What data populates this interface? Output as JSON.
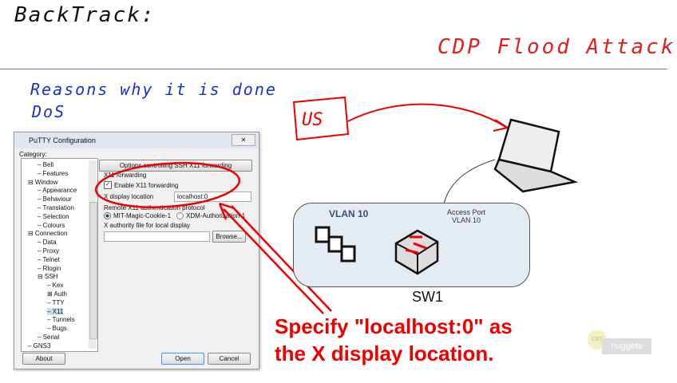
{
  "header": {
    "title": "BackTrack:",
    "subtitle": "CDP Flood Attack"
  },
  "notes": {
    "reasons": "Reasons why it is done",
    "dos": "DoS",
    "us": "US"
  },
  "putty": {
    "title": "PuTTY Configuration",
    "close": "✕",
    "category_label": "Category:",
    "tree": [
      {
        "label": "Bell",
        "level": 2
      },
      {
        "label": "Features",
        "level": 2
      },
      {
        "label": "Window",
        "level": 1,
        "expander": "⊟"
      },
      {
        "label": "Appearance",
        "level": 2
      },
      {
        "label": "Behaviour",
        "level": 2
      },
      {
        "label": "Translation",
        "level": 2
      },
      {
        "label": "Selection",
        "level": 2
      },
      {
        "label": "Colours",
        "level": 2
      },
      {
        "label": "Connection",
        "level": 1,
        "expander": "⊟"
      },
      {
        "label": "Data",
        "level": 2
      },
      {
        "label": "Proxy",
        "level": 2
      },
      {
        "label": "Telnet",
        "level": 2
      },
      {
        "label": "Rlogin",
        "level": 2
      },
      {
        "label": "SSH",
        "level": 2,
        "expander": "⊟"
      },
      {
        "label": "Kex",
        "level": 3
      },
      {
        "label": "Auth",
        "level": 3,
        "expander": "⊞"
      },
      {
        "label": "TTY",
        "level": 3
      },
      {
        "label": "X11",
        "level": 3
      },
      {
        "label": "Tunnels",
        "level": 3
      },
      {
        "label": "Bugs",
        "level": 3
      },
      {
        "label": "Serial",
        "level": 2
      },
      {
        "label": "GNS3",
        "level": 1
      }
    ],
    "panel_header": "Options controlling SSH X11 forwarding",
    "x11_group": "X11 forwarding",
    "enable_x11": "Enable X11 forwarding",
    "enable_x11_checked": true,
    "display_label": "X display location",
    "display_value": "localhost:0",
    "auth_group": "Remote X11 authentication protocol",
    "radio1": "MIT-Magic-Cookie-1",
    "radio2": "XDM-Authorization-1",
    "selected": "MIT-Magic-Cookie-1",
    "authfile_label": "X authority file for local display",
    "authfile_value": "",
    "browse": "Browse...",
    "about": "About",
    "open": "Open",
    "cancel": "Cancel"
  },
  "diagram": {
    "vlan": "VLAN 10",
    "access_port": "Access Port",
    "access_vlan": "VLAN 10",
    "switch": "SW1"
  },
  "caption": {
    "line1": "Specify \"localhost:0\" as",
    "line2": "the X display location."
  },
  "logo": {
    "text1": "CBT",
    "text2": "nuggets"
  },
  "colors": {
    "annotation_red": "#e00000",
    "marker_blue": "#1a2fd0"
  }
}
